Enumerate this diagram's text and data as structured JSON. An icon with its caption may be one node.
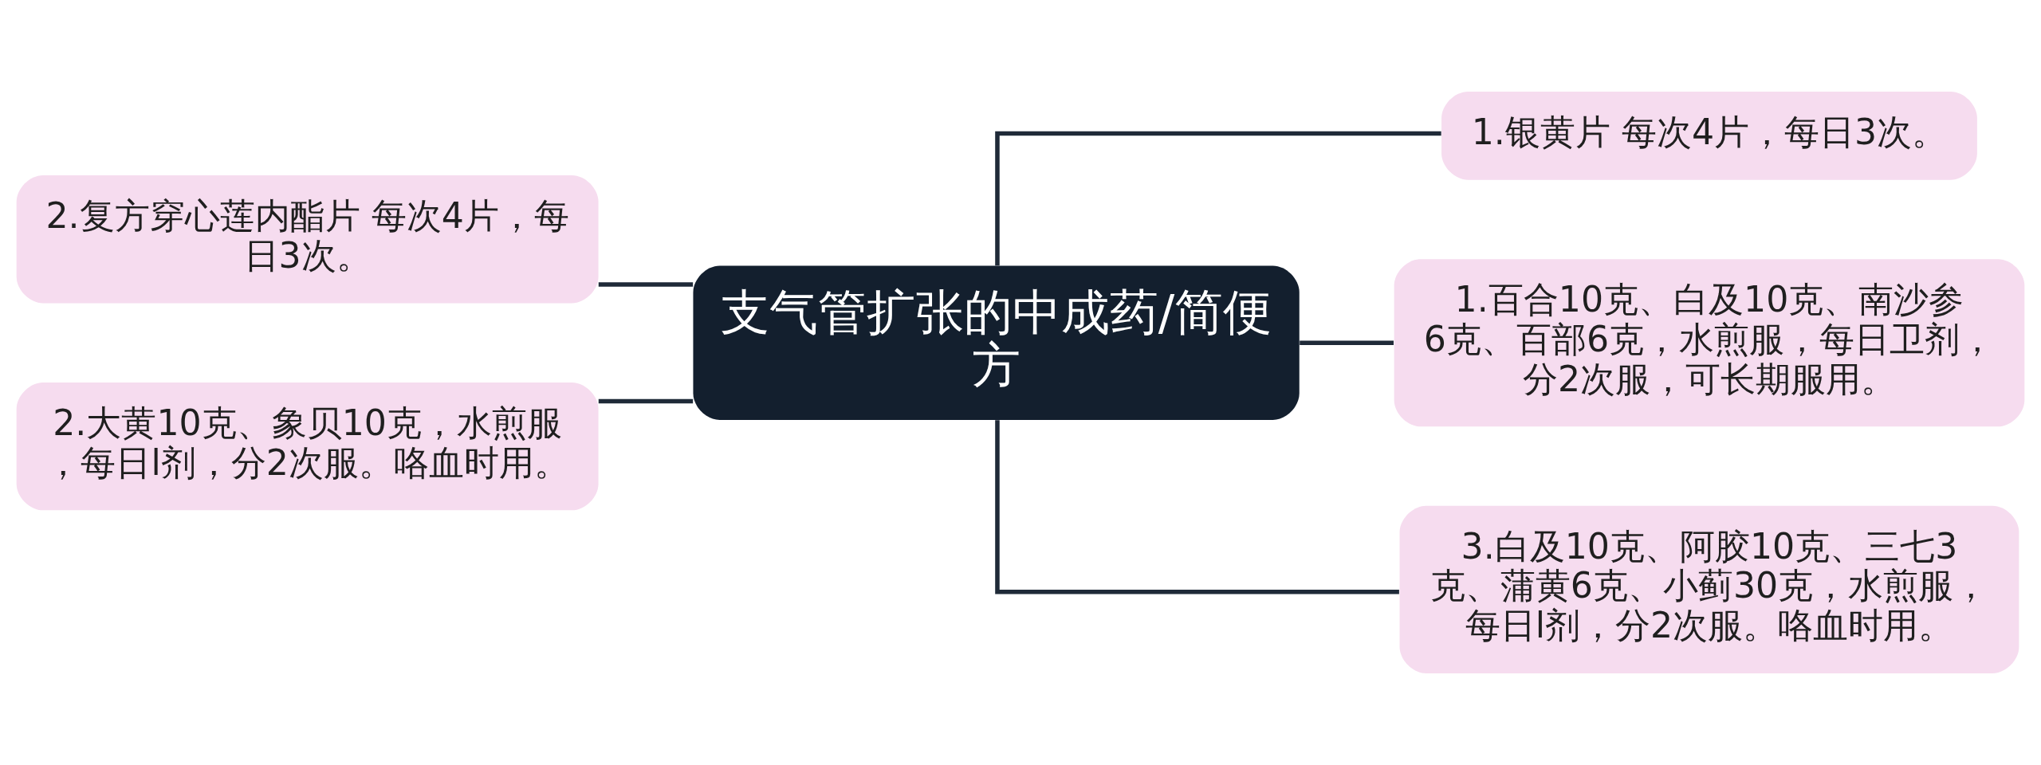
{
  "diagram": {
    "nodes": [
      {
        "text": [
          "支气管扩张的中成药/简便方"
        ]
      },
      {
        "text": [
          "2.复方穿心莲内酯片 每次4片，每日3次。"
        ]
      },
      {
        "text": [
          "2.大黄10克、象贝10克，水煎服，每日l剂，分2次服。咯血时用。"
        ]
      },
      {
        "text": [
          "1.银黄片 每次4片，每日3次。"
        ]
      },
      {
        "text": [
          "1.百合10克、白及10克、南沙参6克、百部6克，水煎服，每日卫剂，分2次服，可长期服用。"
        ]
      },
      {
        "text": [
          "3.白及10克、阿胶10克、三七3克、蒲黄6克、小蓟30克，水煎服，每日l剂，分2次服。咯血时用。"
        ]
      }
    ],
    "edges": [
      {
        "from": 0,
        "to": 1,
        "arrow": "none"
      },
      {
        "from": 0,
        "to": 2,
        "arrow": "none"
      },
      {
        "from": 0,
        "to": 3,
        "arrow": "none"
      },
      {
        "from": 0,
        "to": 4,
        "arrow": "none"
      },
      {
        "from": 0,
        "to": 5,
        "arrow": "none"
      }
    ]
  }
}
